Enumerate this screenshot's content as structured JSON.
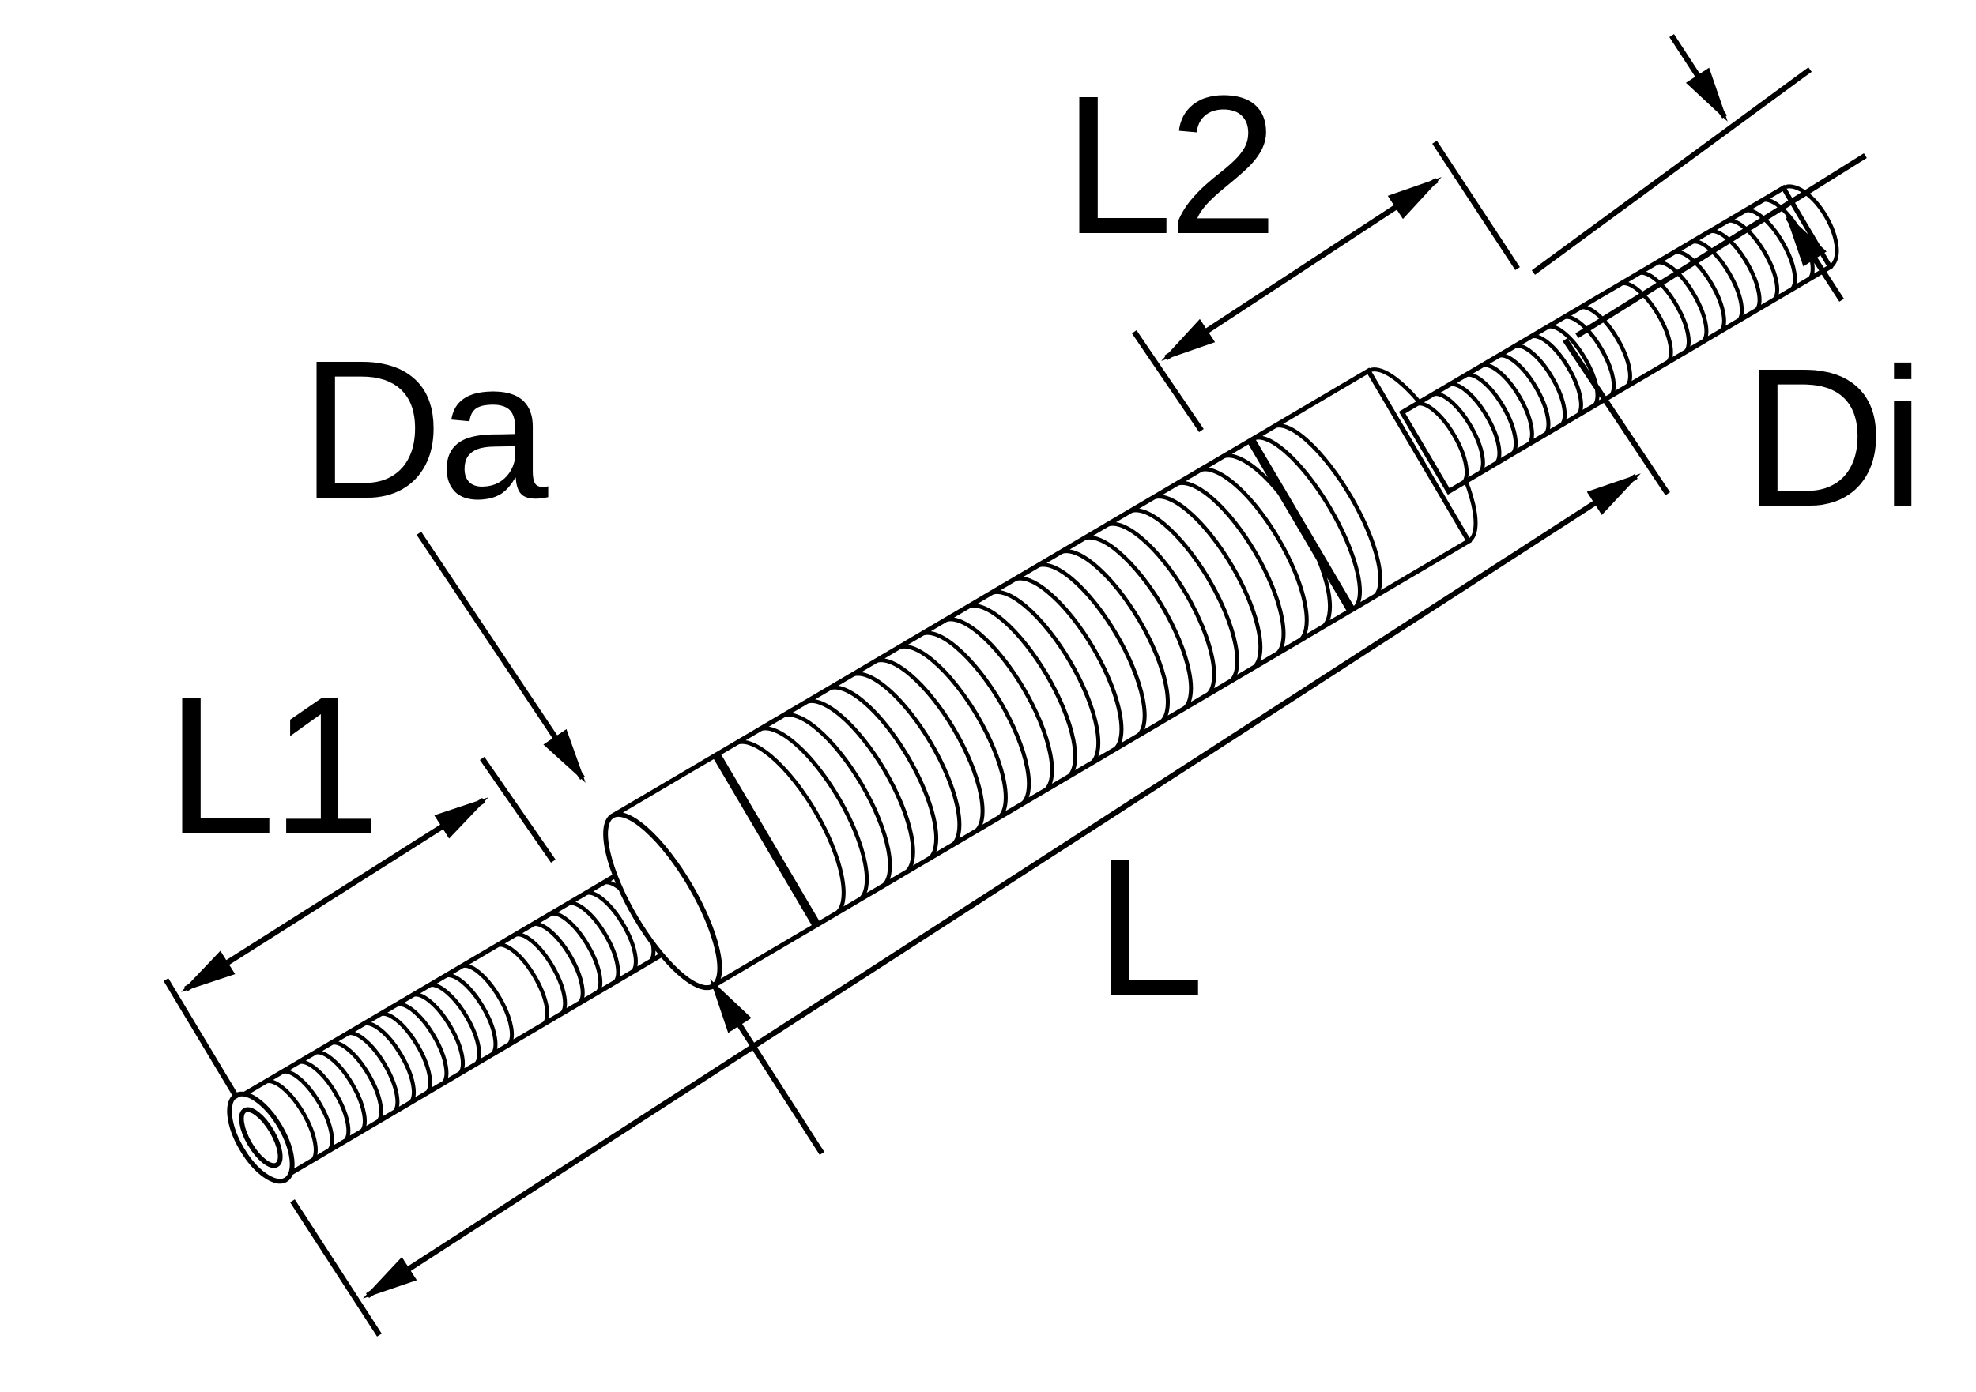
{
  "labels": {
    "L1": "L1",
    "L2": "L2",
    "Da": "Da",
    "Di": "Di",
    "L": "L"
  },
  "colors": {
    "line": "#000000",
    "background": "#ffffff"
  }
}
